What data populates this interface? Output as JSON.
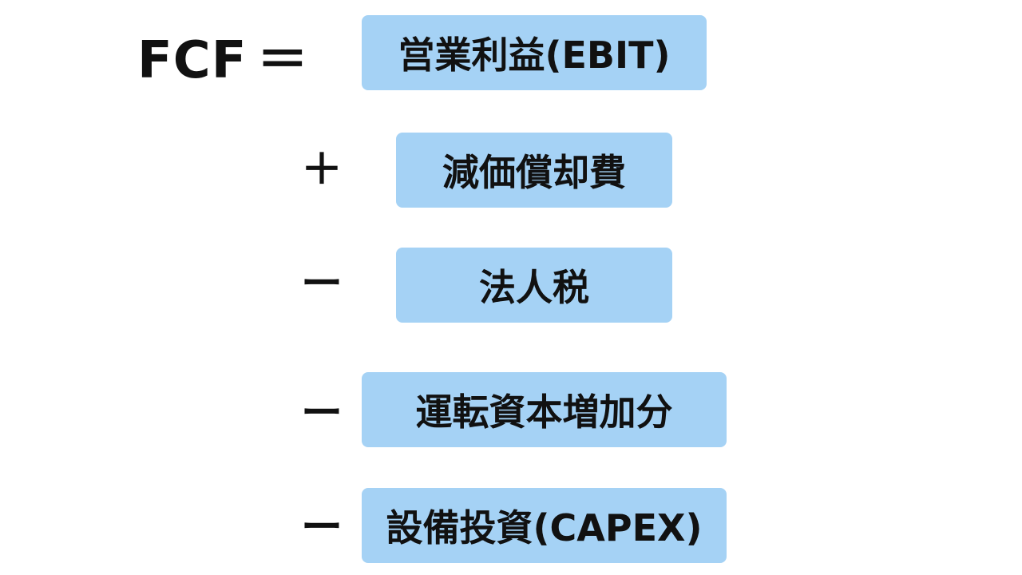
{
  "formula": {
    "lhs": "FCF",
    "equals": "＝",
    "terms": [
      {
        "operator": "",
        "label": "営業利益(EBIT)"
      },
      {
        "operator": "＋",
        "label": "減価償却費"
      },
      {
        "operator": "ー",
        "label": "法人税"
      },
      {
        "operator": "ー",
        "label": "運転資本増加分"
      },
      {
        "operator": "ー",
        "label": "設備投資(CAPEX)"
      }
    ]
  },
  "colors": {
    "box_fill": "#a5d2f5",
    "text": "#111111",
    "background": "#ffffff"
  }
}
